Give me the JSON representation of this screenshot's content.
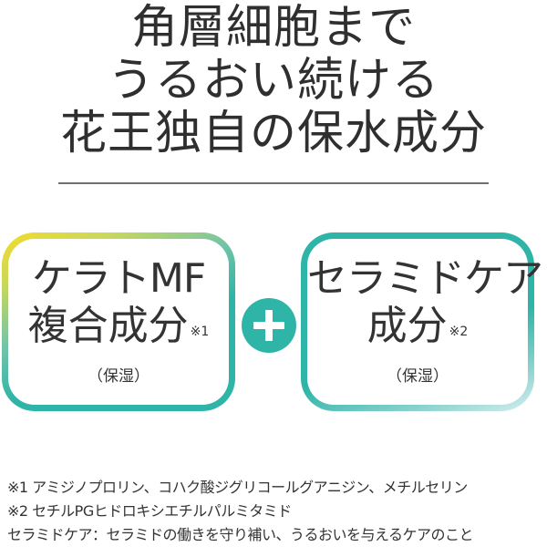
{
  "headline": {
    "line1": "角層細胞まで",
    "line2": "うるおい続ける",
    "line3": "花王独自の保水成分"
  },
  "cards": {
    "left": {
      "title_line1": "ケラトMF",
      "title_line2": "複合成分",
      "note_mark": "※1",
      "subtitle": "（保湿）"
    },
    "right": {
      "title_line1": "セラミドケア",
      "title_line2": "成分",
      "note_mark": "※2",
      "subtitle": "（保湿）"
    }
  },
  "colors": {
    "accent_teal": "#2fb4a8",
    "accent_yellow": "#f4dc2a",
    "text": "#333333"
  },
  "icons": {
    "combine": "plus-icon"
  },
  "notes": [
    "※1 アミジノプロリン、コハク酸ジグリコールグアニジン、メチルセリン",
    "※2 セチルPGヒドロキシエチルパルミタミド",
    "セラミドケア：セラミドの働きを守り補い、うるおいを与えるケアのこと"
  ]
}
